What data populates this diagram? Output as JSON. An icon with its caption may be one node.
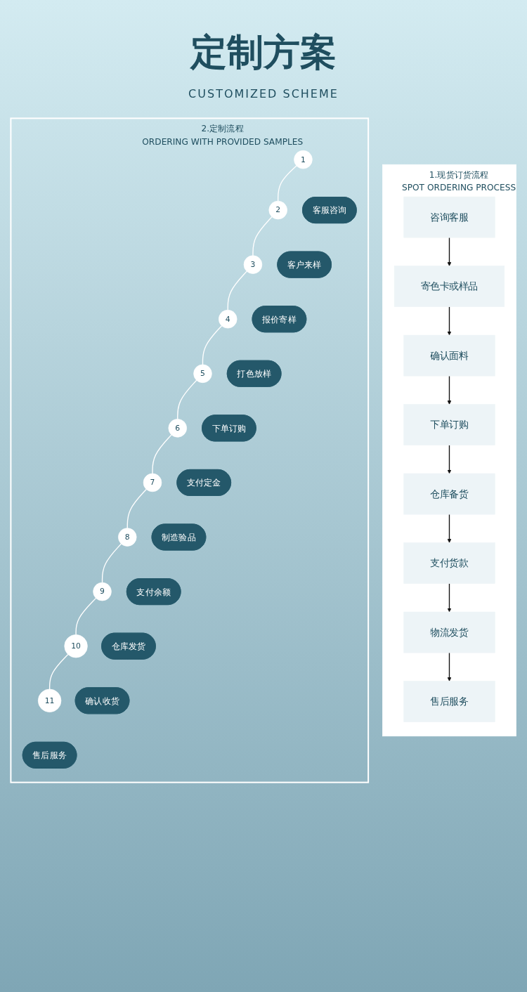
{
  "diagram": {
    "title": "定制方案",
    "nodes": [
      {
        "text": [
          "1.现货订货流程",
          "SPOT ORDERING PROCESS"
        ]
      },
      {
        "text": [
          "咨询客服"
        ],
        "in": 0
      },
      {
        "text": [
          "寄色卡或样品"
        ],
        "in": 0
      },
      {
        "text": [
          "确认面料"
        ],
        "in": 0
      },
      {
        "text": [
          "下单订购"
        ],
        "in": 0
      },
      {
        "text": [
          "仓库备货"
        ],
        "in": 0
      },
      {
        "text": [
          "支付货款"
        ],
        "in": 0
      },
      {
        "text": [
          "物流发货"
        ],
        "in": 0
      },
      {
        "text": [
          "售后服务"
        ],
        "in": 0
      },
      {
        "text": [
          "2.定制流程",
          "ORDERING WITH PROVIDED SAMPLES"
        ]
      },
      {
        "text": [
          "1"
        ],
        "in": 9
      },
      {
        "text": [
          "2"
        ],
        "in": 9
      },
      {
        "text": [
          "3"
        ],
        "in": 9
      },
      {
        "text": [
          "4"
        ],
        "in": 9
      },
      {
        "text": [
          "客服咨询"
        ],
        "in": 9
      },
      {
        "text": [
          "客户来样"
        ],
        "in": 9
      },
      {
        "text": [
          "报价寄样"
        ],
        "in": 9
      },
      {
        "text": [
          "打色放样"
        ],
        "in": 9
      },
      {
        "text": [
          "8"
        ],
        "in": 9
      },
      {
        "text": [
          "7"
        ],
        "in": 9
      },
      {
        "text": [
          "6"
        ],
        "in": 9
      },
      {
        "text": [
          "5"
        ],
        "in": 9
      },
      {
        "text": [
          "支付余额"
        ],
        "in": 9
      },
      {
        "text": [
          "制造验品"
        ],
        "in": 9
      },
      {
        "text": [
          "支付定金"
        ],
        "in": 9
      },
      {
        "text": [
          "下单订购"
        ],
        "in": 9
      },
      {
        "text": [
          "9"
        ],
        "in": 9
      },
      {
        "text": [
          "10"
        ],
        "in": 9
      },
      {
        "text": [
          "11"
        ],
        "in": 9
      },
      {
        "text": [
          "仓库发货"
        ],
        "in": 9
      },
      {
        "text": [
          "确认收货"
        ],
        "in": 9
      },
      {
        "text": [
          "售后服务"
        ],
        "in": 9
      }
    ],
    "edges": [
      {
        "from": 1,
        "to": 2,
        "arrow": "to",
        "color": "#111111"
      },
      {
        "from": 2,
        "to": 3,
        "arrow": "to",
        "color": "#111111"
      },
      {
        "from": 3,
        "to": 4,
        "arrow": "to",
        "color": "#111111"
      },
      {
        "from": 4,
        "to": 5,
        "arrow": "to",
        "color": "#111111"
      },
      {
        "from": 5,
        "to": 6,
        "arrow": "to",
        "color": "#111111"
      },
      {
        "from": 6,
        "to": 7,
        "arrow": "to",
        "color": "#111111"
      },
      {
        "from": 7,
        "to": 8,
        "arrow": "to",
        "color": "#111111"
      },
      {
        "from": 10,
        "to": 11,
        "arrow": "none",
        "color": "#ffffff"
      },
      {
        "from": 11,
        "to": 12,
        "arrow": "none",
        "color": "#ffffff"
      },
      {
        "from": 12,
        "to": 13,
        "arrow": "none",
        "color": "#ffffff"
      },
      {
        "from": 13,
        "to": 21,
        "arrow": "none",
        "color": "#ffffff"
      },
      {
        "from": 21,
        "to": 20,
        "arrow": "none",
        "color": "#ffffff"
      },
      {
        "from": 20,
        "to": 19,
        "arrow": "none",
        "color": "#ffffff"
      },
      {
        "from": 19,
        "to": 18,
        "arrow": "none",
        "color": "#ffffff"
      },
      {
        "from": 18,
        "to": 26,
        "arrow": "none",
        "color": "#ffffff"
      },
      {
        "from": 26,
        "to": 27,
        "arrow": "none",
        "color": "#ffffff"
      },
      {
        "from": 27,
        "to": 28,
        "arrow": "none",
        "color": "#ffffff"
      }
    ],
    "labels": [
      "CUSTOMIZED SCHEME"
    ]
  }
}
